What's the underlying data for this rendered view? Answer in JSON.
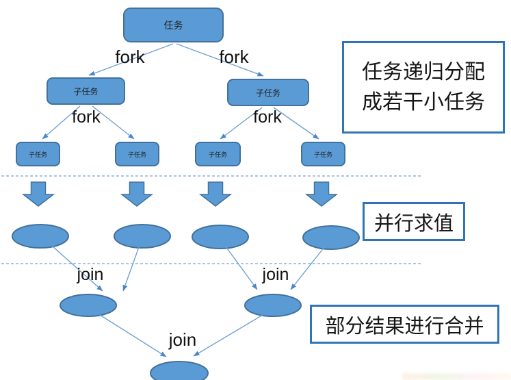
{
  "nodes": {
    "root": "任务",
    "level2": [
      "子任务",
      "子任务"
    ],
    "level3": [
      "子任务",
      "子任务",
      "子任务",
      "子任务"
    ]
  },
  "labels": {
    "fork": "fork",
    "join": "join"
  },
  "annotations": {
    "fork_note_line1": "任务递归分配",
    "fork_note_line2": "成若干小任务",
    "parallel_note": "并行求值",
    "join_note": "部分结果进行合并"
  },
  "colors": {
    "node_fill": "#5B9BD5",
    "node_border": "#41719C",
    "connector": "#6FA0D4",
    "arrowhead": "#4A86C8",
    "dashed_line": "#8FAEDC",
    "annotation_border": "#2E75B6"
  }
}
